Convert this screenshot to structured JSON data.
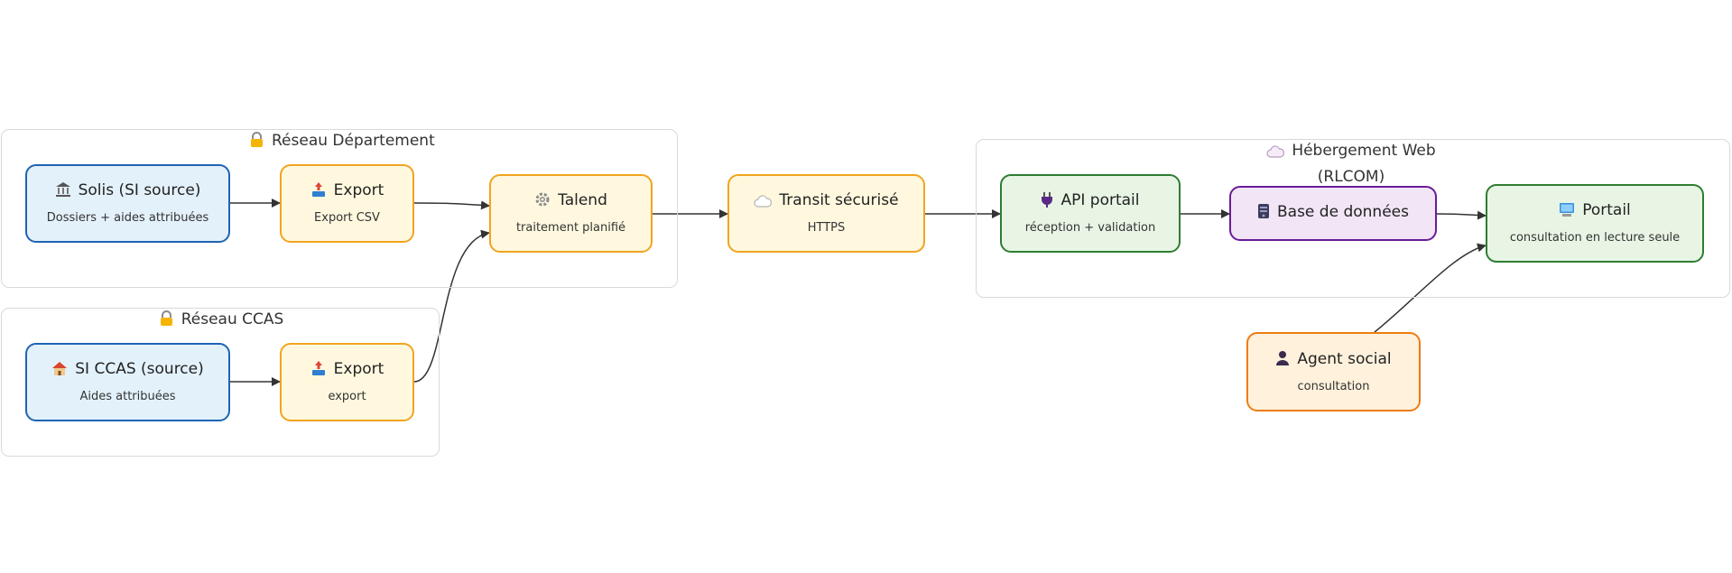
{
  "groups": {
    "departement": {
      "title": "Réseau Département",
      "icon": "lock-icon"
    },
    "ccas": {
      "title": "Réseau CCAS",
      "icon": "lock-icon"
    },
    "hebergement": {
      "title_line1": "Hébergement Web",
      "title_line2": "(RLCOM)",
      "icon": "cloud-icon"
    }
  },
  "nodes": {
    "solis": {
      "title": "Solis (SI source)",
      "sub": "Dossiers + aides attribuées",
      "icon": "bank-icon"
    },
    "export_csv": {
      "title": "Export",
      "sub": "Export CSV",
      "icon": "outbox-icon"
    },
    "talend": {
      "title": "Talend",
      "sub": "traitement planifié",
      "icon": "gear-icon"
    },
    "si_ccas": {
      "title": "SI CCAS (source)",
      "sub": "Aides attribuées",
      "icon": "house-icon"
    },
    "export_ccas": {
      "title": "Export",
      "sub": "export",
      "icon": "outbox-icon"
    },
    "transit": {
      "title": "Transit sécurisé",
      "sub": "HTTPS",
      "icon": "cloud-icon"
    },
    "api": {
      "title": "API portail",
      "sub": "réception + validation",
      "icon": "plug-icon"
    },
    "db": {
      "title": "Base de données",
      "sub": "",
      "icon": "database-icon"
    },
    "portail": {
      "title": "Portail",
      "sub": "consultation en lecture seule",
      "icon": "computer-icon"
    },
    "agent": {
      "title": "Agent social",
      "sub": "consultation",
      "icon": "user-icon"
    }
  },
  "colors": {
    "source_fill": "#e3f1fb",
    "source_stroke": "#1e64b4",
    "process_fill": "#fff8df",
    "process_stroke": "#f2a41f",
    "web_fill": "#e8f5e5",
    "web_stroke": "#2e7d32",
    "db_fill": "#f2e5f6",
    "db_stroke": "#6a1b9a",
    "user_fill": "#fff1dc",
    "user_stroke": "#ee7c12",
    "edge": "#333333"
  }
}
